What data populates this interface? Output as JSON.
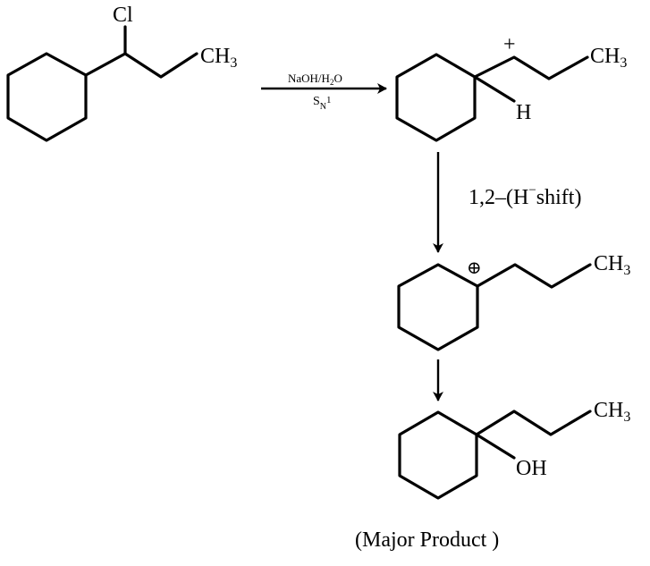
{
  "reactant": {
    "cl_label": "Cl",
    "ch3_label": "CH",
    "ch3_sub": "3"
  },
  "reaction_arrow": {
    "reagent_top": "NaOH/H",
    "reagent_top_sub": "2",
    "reagent_top_end": "O",
    "reagent_bottom_s": "S",
    "reagent_bottom_n": "N",
    "reagent_bottom_1": "1"
  },
  "carbocation_primary": {
    "charge_label": "+",
    "h_label": "H",
    "ch3_label": "CH",
    "ch3_sub": "3"
  },
  "shift_step": {
    "label_prefix": "1,2–(H",
    "label_sup": "−",
    "label_suffix": "shift)"
  },
  "carbocation_tertiary": {
    "charge_label": "⊕",
    "ch3_label": "CH",
    "ch3_sub": "3"
  },
  "product": {
    "oh_label": "OH",
    "ch3_label": "CH",
    "ch3_sub": "3",
    "caption": "(Major Product )"
  },
  "icons": {
    "reaction_arrow": "right-arrow-icon",
    "step_arrow": "down-arrow-icon"
  }
}
